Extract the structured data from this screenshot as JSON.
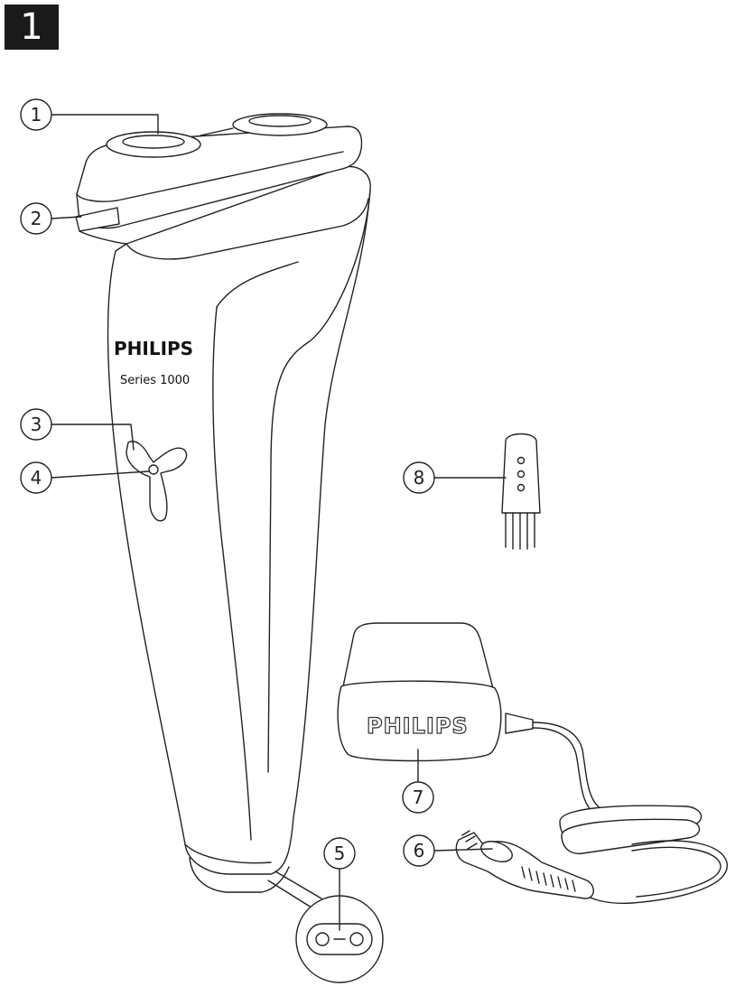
{
  "figure_number": "1",
  "shaver": {
    "brand": "PHILIPS",
    "model": "Series 1000"
  },
  "adapter": {
    "brand": "PHILIPS"
  },
  "callouts": [
    "1",
    "2",
    "3",
    "4",
    "5",
    "6",
    "7",
    "8"
  ]
}
